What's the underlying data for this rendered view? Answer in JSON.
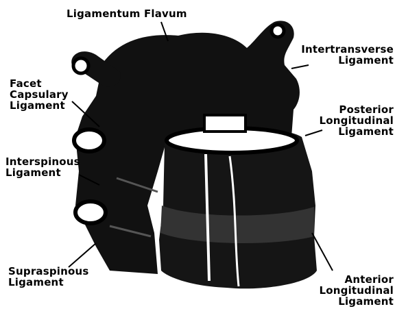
{
  "labels": {
    "ligamentum_flavum": [
      "Ligamentum Flavum"
    ],
    "intertransverse": [
      "Intertransverse",
      "Ligament"
    ],
    "facet_capsulary": [
      "Facet",
      "Capsulary",
      "Ligament"
    ],
    "posterior_longitudinal": [
      "Posterior",
      "Longitudinal",
      "Ligament"
    ],
    "interspinous": [
      "Interspinous",
      "Ligament"
    ],
    "supraspinous": [
      "Supraspinous",
      "Ligament"
    ],
    "anterior_longitudinal": [
      "Anterior",
      "Longitudinal",
      "Ligament"
    ]
  },
  "colors": {
    "ink": "#000000",
    "paper": "#ffffff"
  }
}
